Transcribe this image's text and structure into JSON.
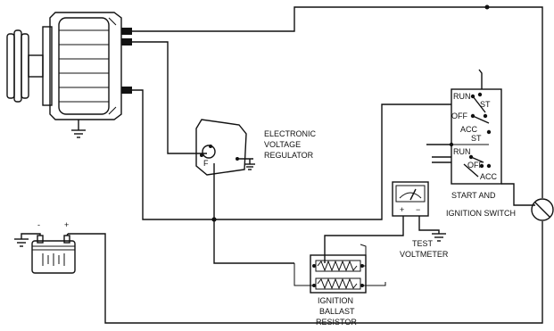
{
  "labels": {
    "regulator_line1": "ELECTRONIC",
    "regulator_line2": "VOLTAGE",
    "regulator_line3": "REGULATOR",
    "regulator_terminal": "F",
    "switch_run_top": "RUN",
    "switch_st_top": "ST",
    "switch_off_top": "OFF",
    "switch_acc_top": "ACC",
    "switch_st_mid": "ST",
    "switch_run_low": "RUN",
    "switch_off_low": "OFF",
    "switch_acc_low": "ACC",
    "switch_line1": "START AND",
    "switch_line2": "IGNITION SWITCH",
    "voltmeter_line1": "TEST",
    "voltmeter_line2": "VOLTMETER",
    "voltmeter_plus": "+",
    "voltmeter_minus": "−",
    "ballast_line1": "IGNITION",
    "ballast_line2": "BALLAST",
    "ballast_line3": "RESISTOR",
    "battery_minus": "-",
    "battery_plus": "+"
  }
}
